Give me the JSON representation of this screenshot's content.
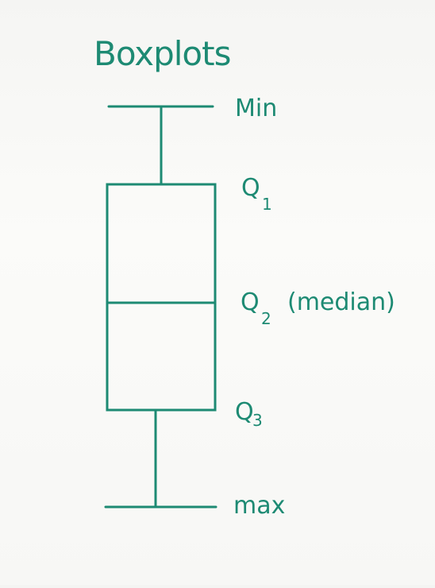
{
  "diagram": {
    "title": "Boxplots",
    "ink_color": "#1d8a73",
    "background_color": "#f7f7f5",
    "labels": {
      "min": "Min",
      "q1_main": "Q",
      "q1_sub": "1",
      "q2_main": "Q",
      "q2_sub": "2",
      "q2_note": "(median)",
      "q3_main": "Q",
      "q3_sub": "3",
      "max": "max"
    }
  }
}
